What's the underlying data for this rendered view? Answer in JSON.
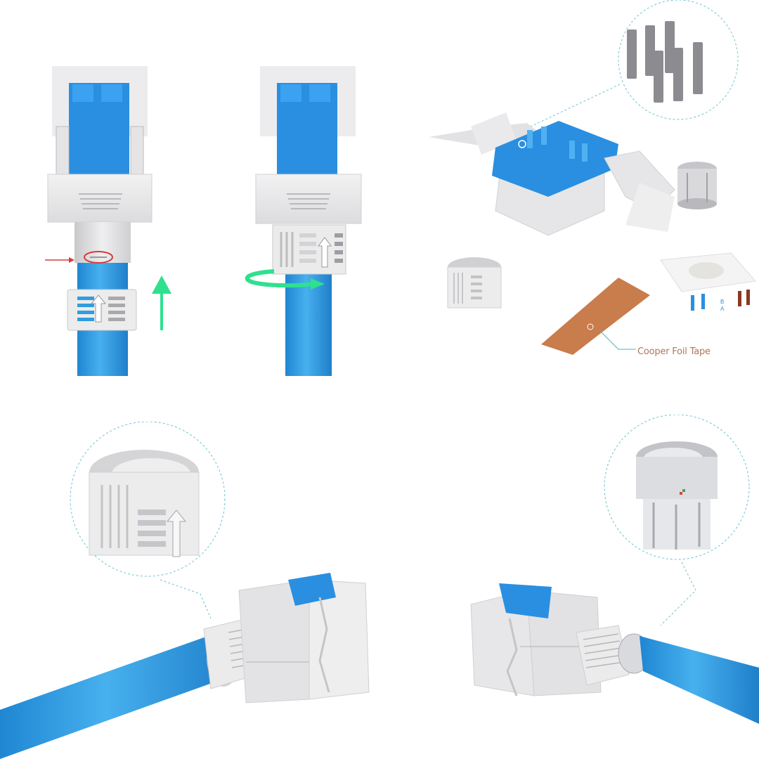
{
  "image": {
    "description": "Product illustration of a shielded RJ45 keystone jack: installation steps, exploded parts and assembled views",
    "background": "#ffffff"
  },
  "colors": {
    "cable_blue": "#2f9de0",
    "jack_blue": "#2a8fe0",
    "housing_white": "#e9e9ea",
    "housing_shade": "#cfcfd2",
    "arrow_green": "#2fe08f",
    "arrow_red": "#d63b3b",
    "copper": "#c97c4c",
    "callout_line": "#4fb3c6",
    "label_text": "#b0765a"
  },
  "panels": {
    "step1": {
      "name": "Align boot with slot",
      "indicator": "red arrow pointing at circled slot",
      "motion": "green arrow up"
    },
    "step2": {
      "name": "Rotate boot to lock",
      "motion": "green rotation arrow"
    },
    "exploded": {
      "parts": [
        "contact blades",
        "keystone housing",
        "metal shield ring",
        "strain relief boot",
        "wire cap",
        "copper foil tape"
      ],
      "wire_cap_marks": [
        "B",
        "A"
      ],
      "callout_text": "Cooper Foil Tape"
    },
    "assembled_left": {
      "callout": "strain relief boot detail"
    },
    "assembled_right": {
      "callout": "metal shield ring detail"
    }
  }
}
